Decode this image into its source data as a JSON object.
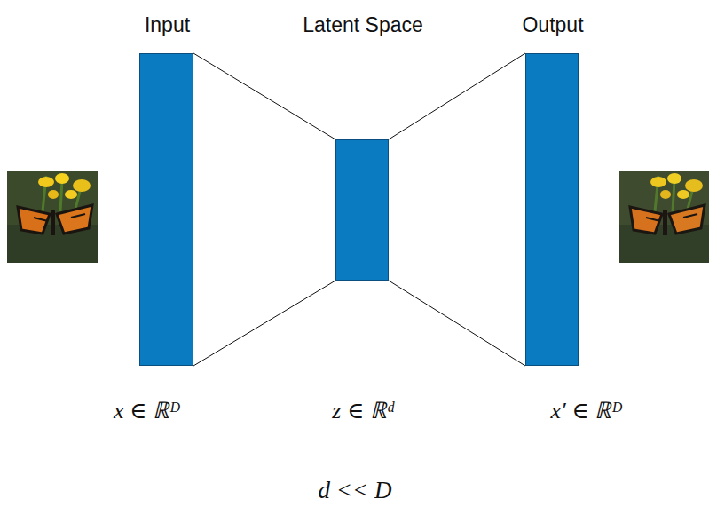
{
  "diagram": {
    "nodes": [
      {
        "text": [
          "Input",
          "x ∈ ℝᴰ"
        ]
      },
      {
        "text": [
          "Latent Space",
          "z ∈ ℝᵈ"
        ]
      },
      {
        "text": [
          "Output",
          "x′ ∈ ℝᴰ"
        ]
      }
    ],
    "edges": [
      {
        "from": 0,
        "to": 1,
        "arrow": "none"
      },
      {
        "from": 1,
        "to": 2,
        "arrow": "none"
      }
    ],
    "labels": [
      "d << D"
    ]
  }
}
